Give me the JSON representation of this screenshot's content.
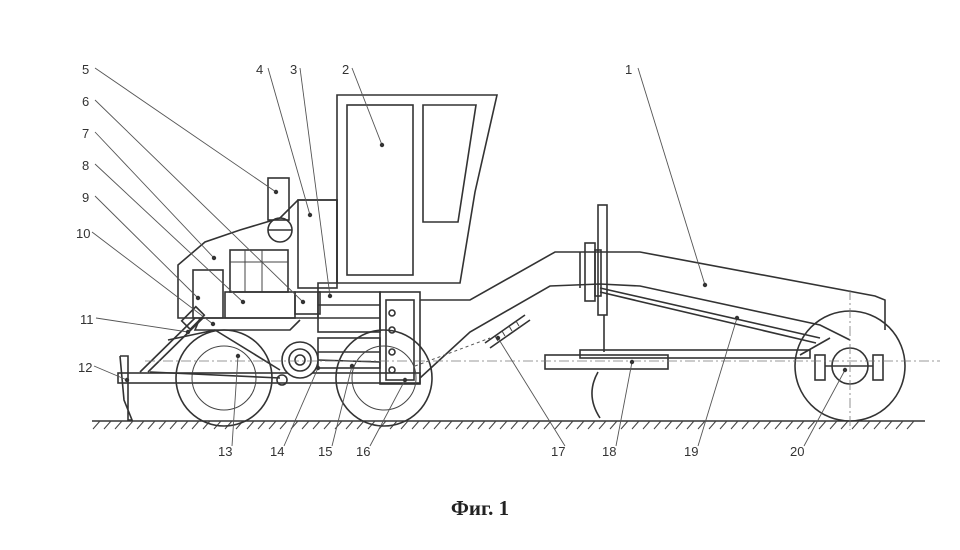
{
  "caption": "Фиг. 1",
  "callouts": [
    {
      "id": "c1",
      "text": "1"
    },
    {
      "id": "c2",
      "text": "2"
    },
    {
      "id": "c3",
      "text": "3"
    },
    {
      "id": "c4",
      "text": "4"
    },
    {
      "id": "c5",
      "text": "5"
    },
    {
      "id": "c6",
      "text": "6"
    },
    {
      "id": "c7",
      "text": "7"
    },
    {
      "id": "c8",
      "text": "8"
    },
    {
      "id": "c9",
      "text": "9"
    },
    {
      "id": "c10",
      "text": "10"
    },
    {
      "id": "c11",
      "text": "11"
    },
    {
      "id": "c12",
      "text": "12"
    },
    {
      "id": "c13",
      "text": "13"
    },
    {
      "id": "c14",
      "text": "14"
    },
    {
      "id": "c15",
      "text": "15"
    },
    {
      "id": "c16",
      "text": "16"
    },
    {
      "id": "c17",
      "text": "17"
    },
    {
      "id": "c18",
      "text": "18"
    },
    {
      "id": "c19",
      "text": "19"
    },
    {
      "id": "c20",
      "text": "20"
    }
  ]
}
